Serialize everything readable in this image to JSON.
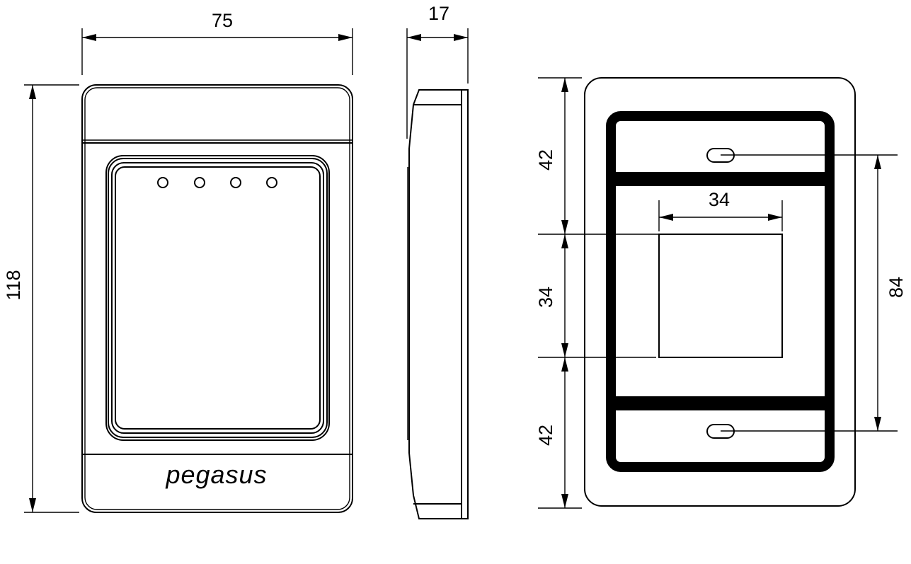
{
  "dimensions": {
    "front_width": "75",
    "front_height": "118",
    "side_depth": "17",
    "back_top_section": "42",
    "back_window_height": "34",
    "back_bottom_section": "42",
    "back_window_width": "34",
    "back_hole_spacing": "84"
  },
  "brand": {
    "logo": "pegasus"
  },
  "led_count": 4
}
